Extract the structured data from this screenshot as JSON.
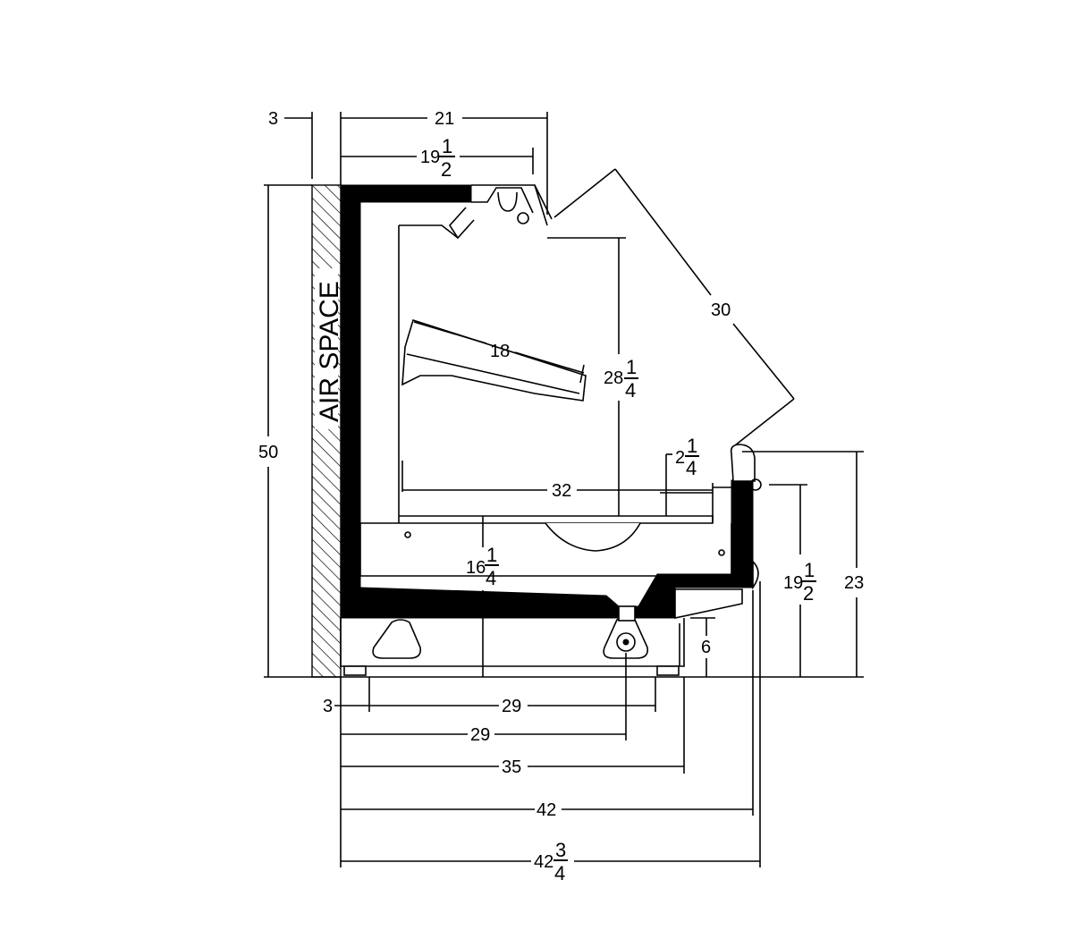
{
  "labels": {
    "air_space": "AIR SPACE"
  },
  "dimensions": {
    "air_space_width": "3",
    "top_width": "21",
    "top_inner_whole": "19",
    "top_inner_num": "1",
    "top_inner_den": "2",
    "diagonal": "30",
    "shelf": "18",
    "opening_height_whole": "28",
    "opening_height_num": "1",
    "opening_height_den": "4",
    "overall_height": "50",
    "rail_whole": "2",
    "rail_num": "1",
    "rail_den": "4",
    "interior_depth": "32",
    "deck_height_whole": "16",
    "deck_height_num": "1",
    "deck_height_den": "4",
    "front_height_whole": "19",
    "front_height_num": "1",
    "front_height_den": "2",
    "front_overall_height": "23",
    "base_height": "6",
    "leg_offset": "3",
    "leg_span": "29",
    "drain_depth": "29",
    "base_depth": "35",
    "overall_depth": "42",
    "overall_depth_bumper_whole": "42",
    "overall_depth_bumper_num": "3",
    "overall_depth_bumper_den": "4"
  }
}
